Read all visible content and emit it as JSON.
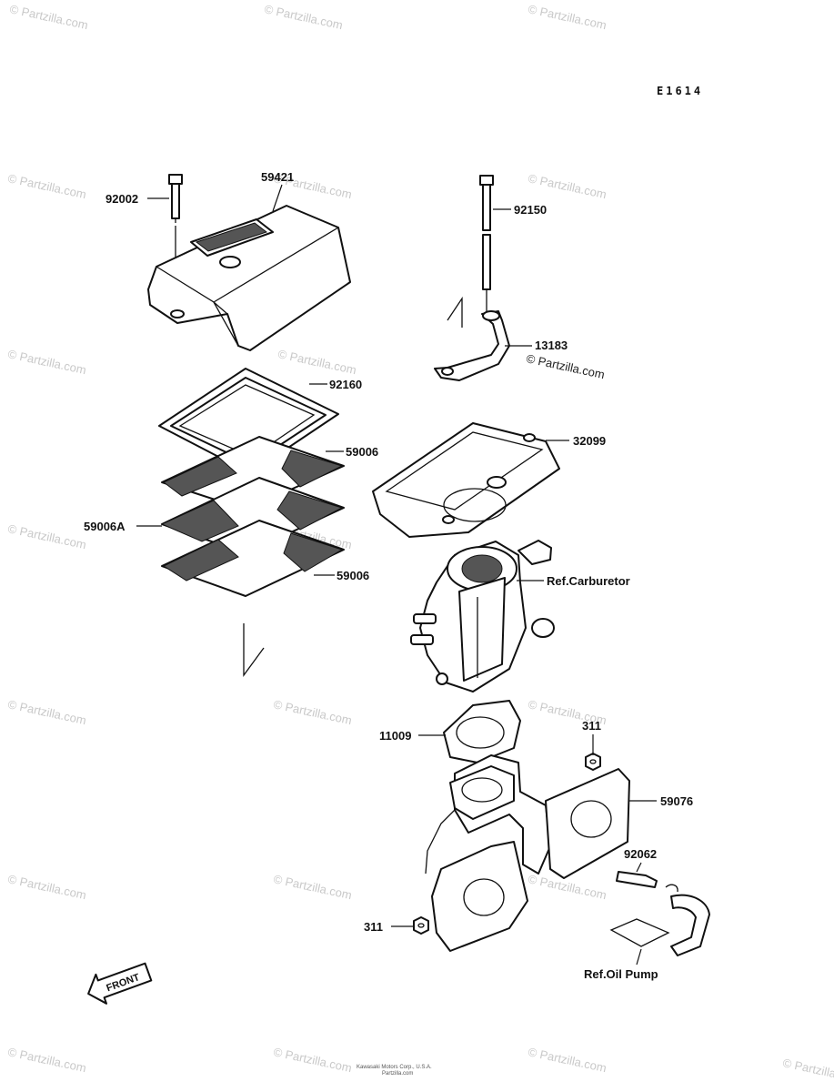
{
  "diagram_code": "E1614",
  "watermark": "© Partzilla.com",
  "copyright": "© Partzilla.com",
  "front_label": "FRONT",
  "labels": {
    "p92002": "92002",
    "p59421": "59421",
    "p92150": "92150",
    "p13183": "13183",
    "p92160": "92160",
    "p59006_top": "59006",
    "p32099": "32099",
    "p59006A": "59006A",
    "p59006_bottom": "59006",
    "ref_carburetor": "Ref.Carburetor",
    "p11009": "11009",
    "p311_top": "311",
    "p59076": "59076",
    "p92062": "92062",
    "p311_bottom": "311",
    "ref_oil_pump": "Ref.Oil Pump"
  },
  "footer_notice_line1": "Kawasaki Motors Corp., U.S.A.",
  "footer_notice_line2": "Partzilla.com"
}
